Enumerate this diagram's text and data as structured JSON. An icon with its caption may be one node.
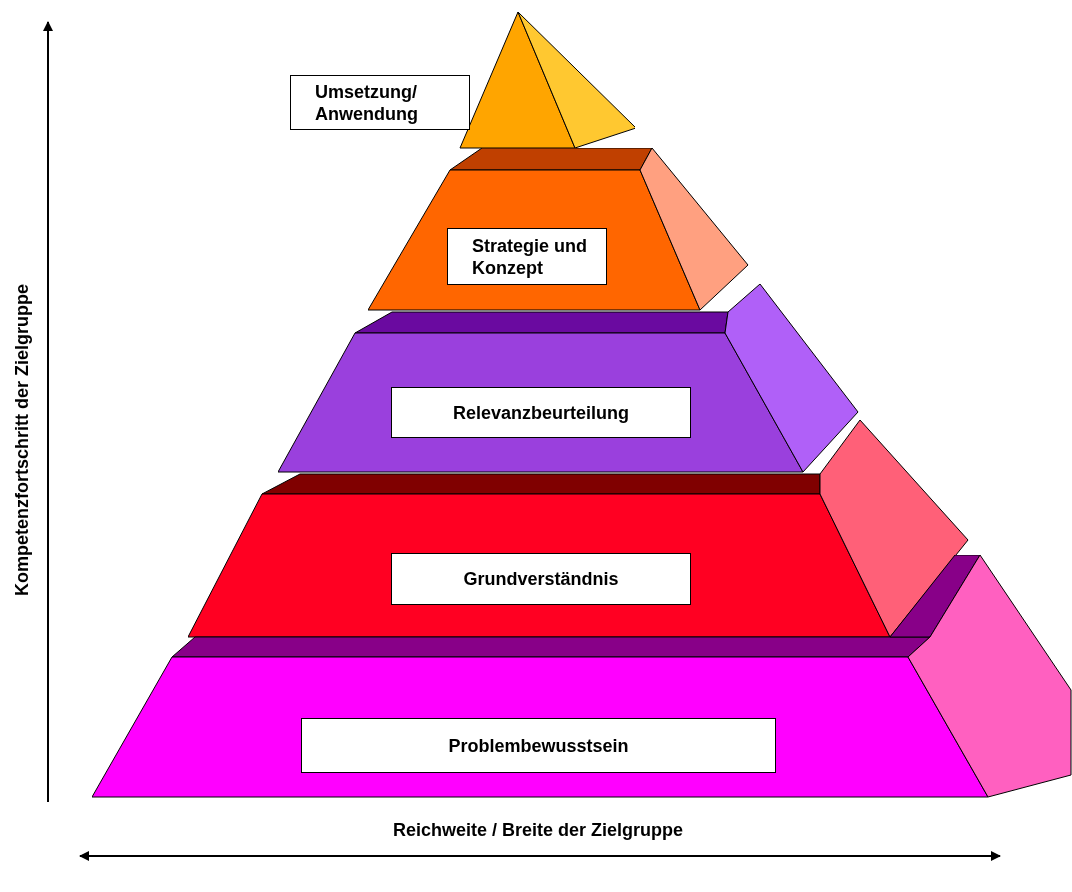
{
  "diagram": {
    "nodes": [
      {
        "text": [
          "Umsetzung/ Anwendung"
        ]
      },
      {
        "text": [
          "Strategie und Konzept"
        ]
      },
      {
        "text": [
          "Relevanzbeurteilung"
        ]
      },
      {
        "text": [
          "Grundverständnis"
        ]
      },
      {
        "text": [
          "Problembewusstsein"
        ]
      }
    ],
    "labels": [
      "Kompetenzfortschritt der Zielgruppe",
      "Reichweite / Breite der Zielgruppe"
    ]
  }
}
